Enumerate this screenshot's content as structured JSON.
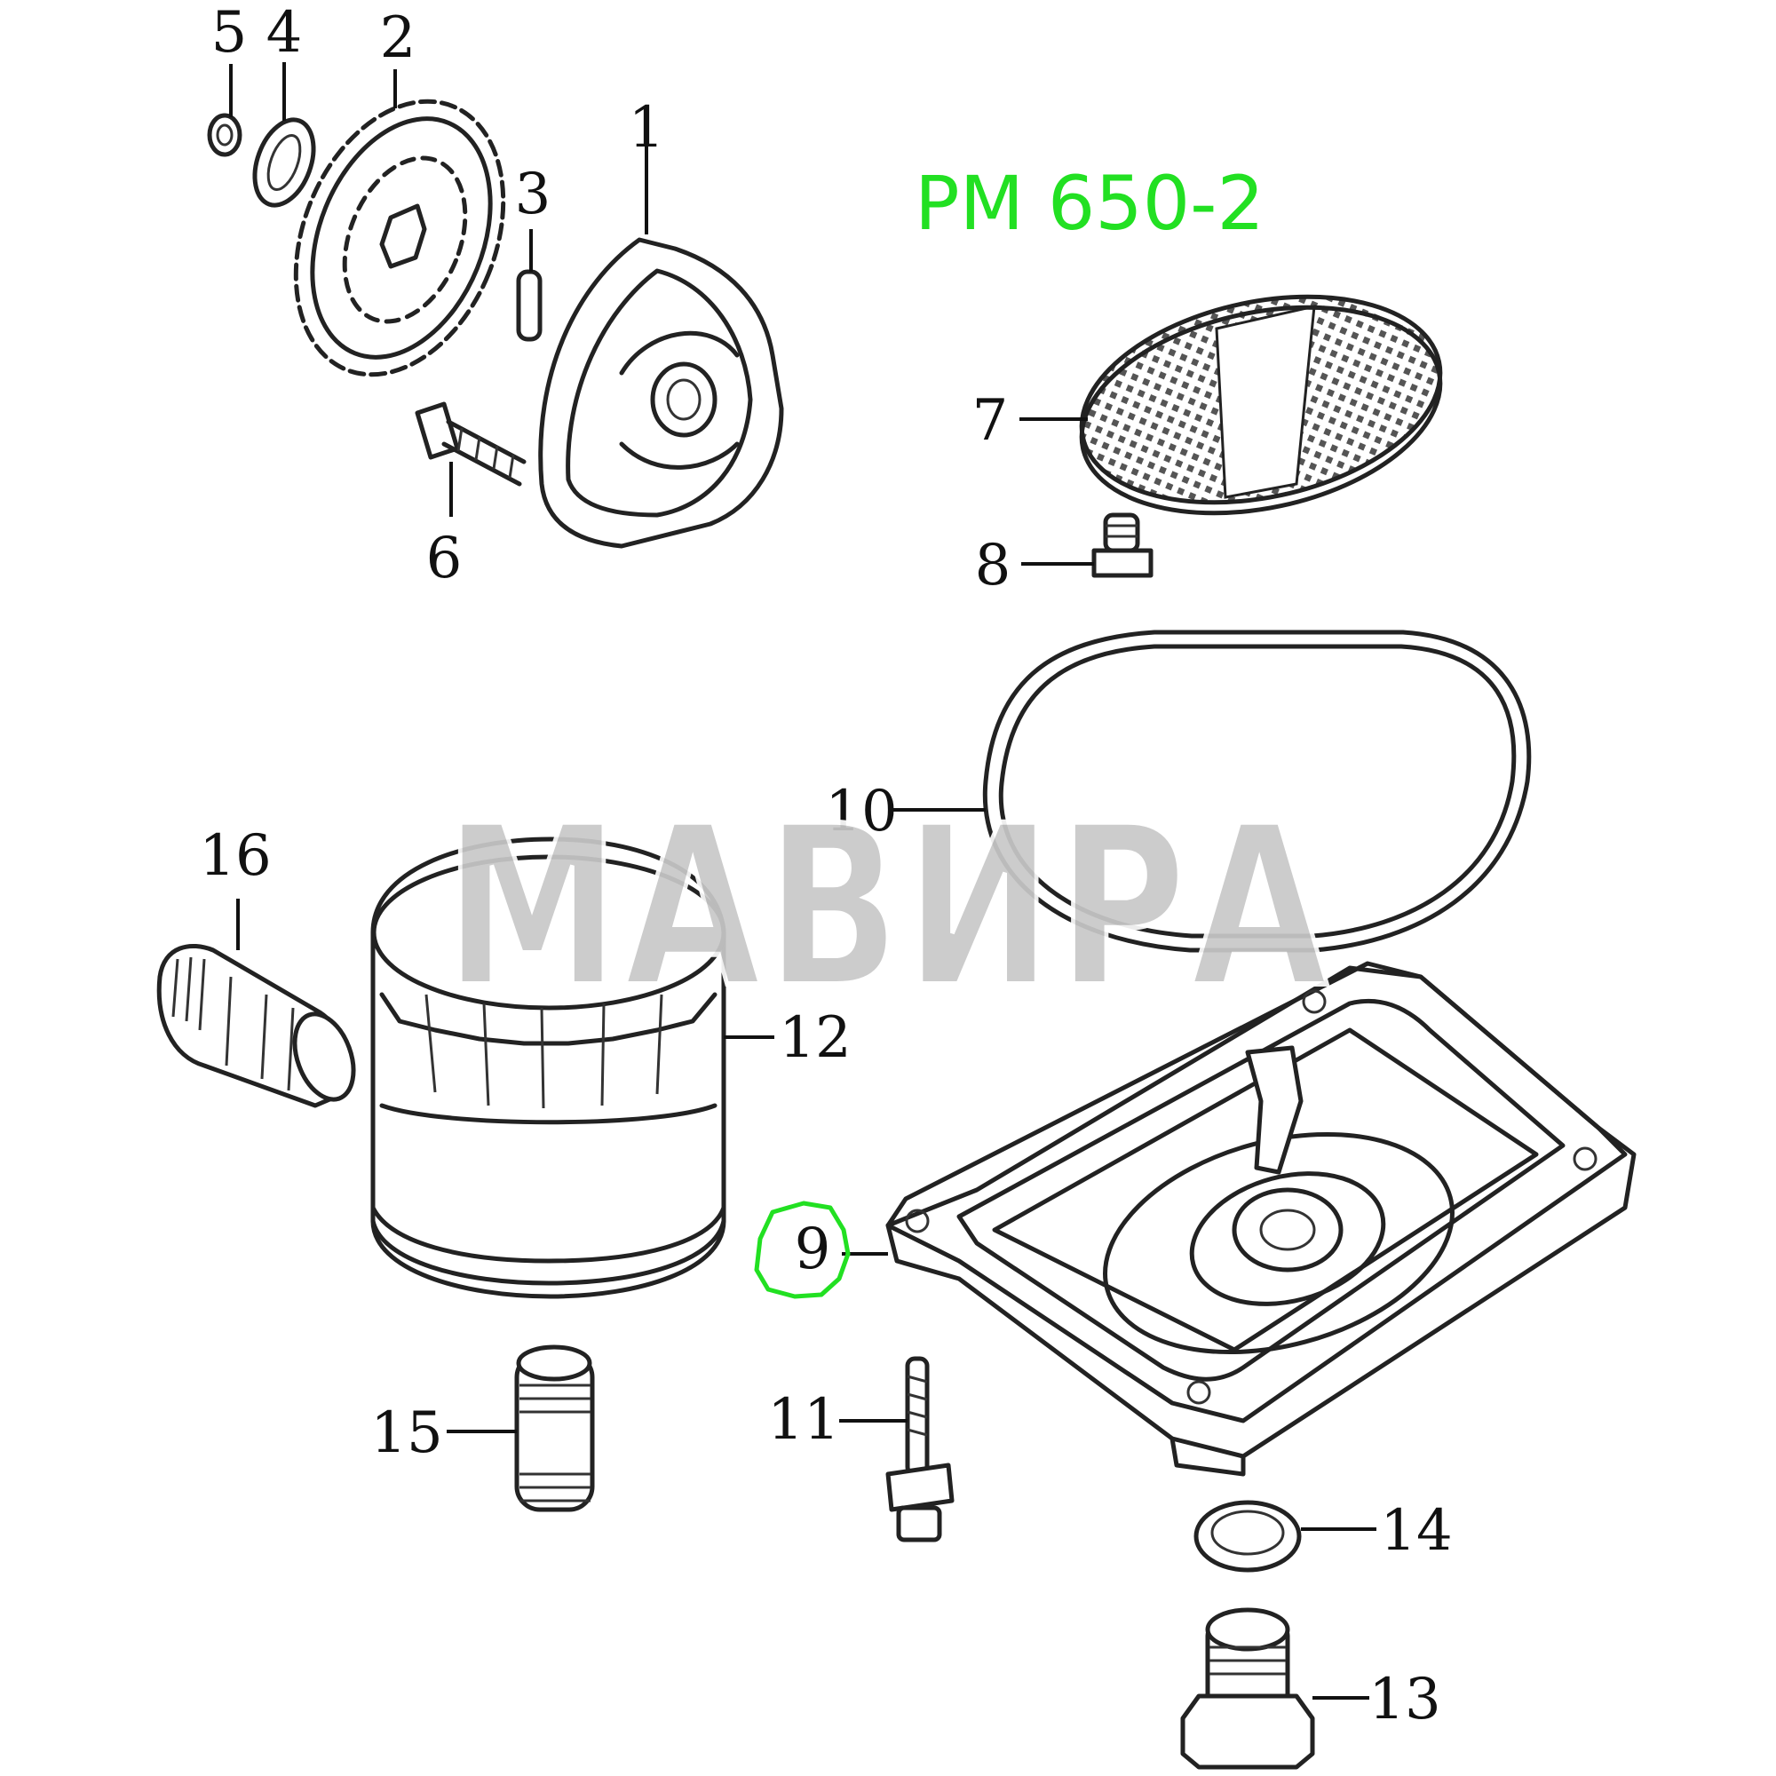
{
  "title": "PM 650-2",
  "watermark": "МАВИРА",
  "highlight_color": "#22e022",
  "watermark_color": "#c8c8c8",
  "highlighted_part": "9",
  "labels": [
    "1",
    "2",
    "3",
    "4",
    "5",
    "6",
    "7",
    "8",
    "9",
    "10",
    "11",
    "12",
    "13",
    "14",
    "15",
    "16"
  ]
}
